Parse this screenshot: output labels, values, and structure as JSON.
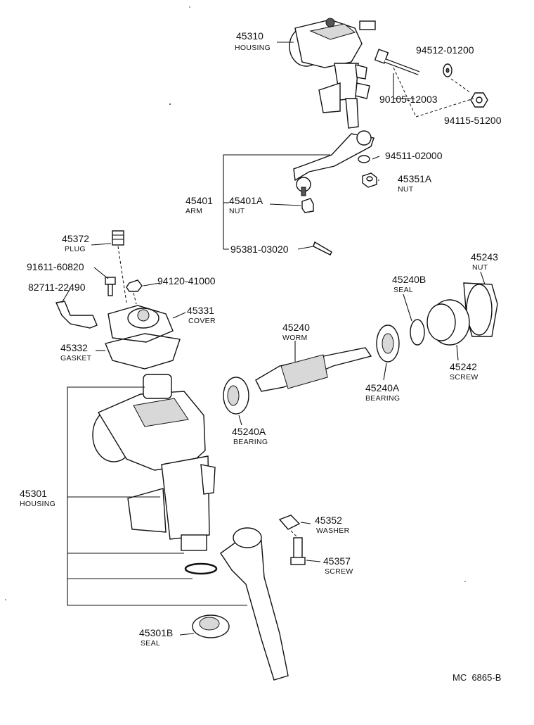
{
  "parts": [
    {
      "id": "p45310",
      "number": "45310",
      "name": "HOUSING"
    },
    {
      "id": "p94512",
      "number": "94512-01200",
      "name": ""
    },
    {
      "id": "p90105",
      "number": "90105-12003",
      "name": ""
    },
    {
      "id": "p94115",
      "number": "94115-51200",
      "name": ""
    },
    {
      "id": "p94511",
      "number": "94511-02000",
      "name": ""
    },
    {
      "id": "p45351A",
      "number": "45351A",
      "name": "NUT"
    },
    {
      "id": "p45401",
      "number": "45401",
      "name": "ARM"
    },
    {
      "id": "p45401A",
      "number": "45401A",
      "name": "NUT"
    },
    {
      "id": "p95381",
      "number": "95381-03020",
      "name": ""
    },
    {
      "id": "p45372",
      "number": "45372",
      "name": "PLUG"
    },
    {
      "id": "p91611",
      "number": "91611-60820",
      "name": ""
    },
    {
      "id": "p94120",
      "number": "94120-41000",
      "name": ""
    },
    {
      "id": "p82711",
      "number": "82711-22490",
      "name": ""
    },
    {
      "id": "p45331",
      "number": "45331",
      "name": "COVER"
    },
    {
      "id": "p45332",
      "number": "45332",
      "name": "GASKET"
    },
    {
      "id": "p45243",
      "number": "45243",
      "name": "NUT"
    },
    {
      "id": "p45240B",
      "number": "45240B",
      "name": "SEAL"
    },
    {
      "id": "p45240",
      "number": "45240",
      "name": "WORM"
    },
    {
      "id": "p45240A_r",
      "number": "45240A",
      "name": "BEARING"
    },
    {
      "id": "p45242",
      "number": "45242",
      "name": "SCREW"
    },
    {
      "id": "p45240A_l",
      "number": "45240A",
      "name": "BEARING"
    },
    {
      "id": "p45301",
      "number": "45301",
      "name": "HOUSING"
    },
    {
      "id": "p45352",
      "number": "45352",
      "name": "WASHER"
    },
    {
      "id": "p45357",
      "number": "45357",
      "name": "SCREW"
    },
    {
      "id": "p45301B",
      "number": "45301B",
      "name": "SEAL"
    }
  ],
  "figure_ref": "MC  6865-B"
}
